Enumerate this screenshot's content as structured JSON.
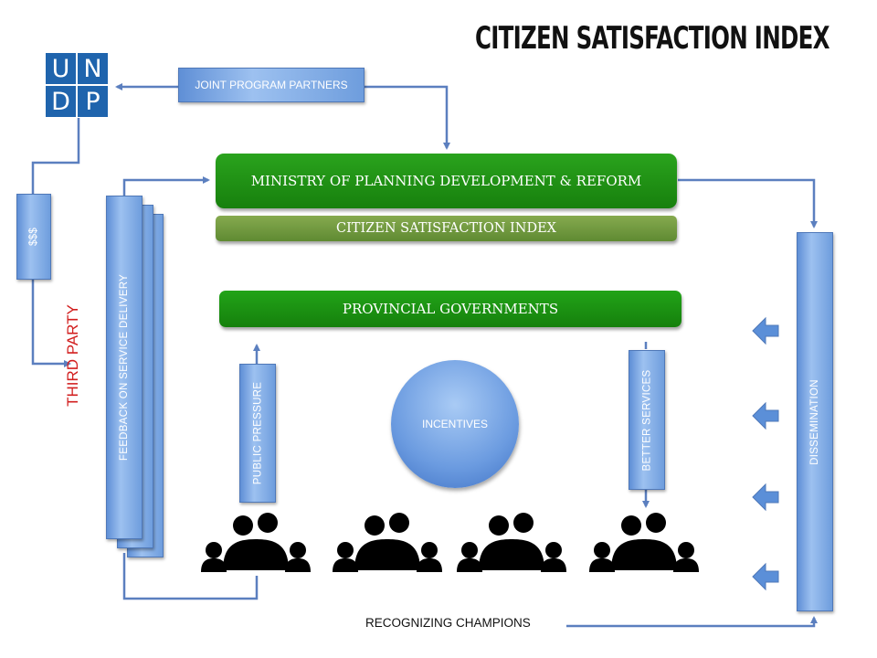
{
  "title": "CITIZEN SATISFACTION INDEX",
  "undp_letters": [
    "U",
    "N",
    "D",
    "P"
  ],
  "boxes": {
    "joint_program_partners": "JOINT PROGRAM PARTNERS",
    "money": "$$$",
    "third_party": "THIRD PARTY",
    "feedback": "FEEDBACK ON SERVICE DELIVERY",
    "ministry": "MINISTRY OF PLANNING DEVELOPMENT & REFORM",
    "csi_bar": "CITIZEN SATISFACTION INDEX",
    "provincial": "PROVINCIAL GOVERNMENTS",
    "public_pressure": "PUBLIC PRESSURE",
    "incentives": "INCENTIVES",
    "better_services": "BETTER SERVICES",
    "dissemination": "DISSEMINATION",
    "recognizing_champions": "RECOGNIZING CHAMPIONS"
  },
  "colors": {
    "green_dark": "#1e8a12",
    "green_olive": "#6f9440",
    "blue": "#5b8fd8",
    "arrow": "#5b7fbf",
    "third_party": "#d21f1f",
    "undp_blue": "#1f64ad"
  }
}
